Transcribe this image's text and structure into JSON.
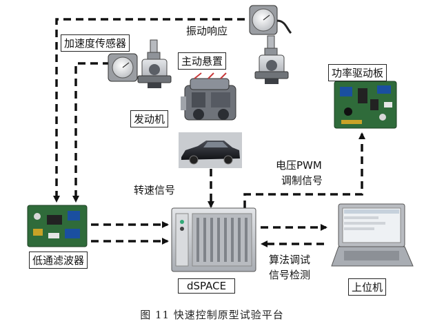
{
  "labels": {
    "vibration_response": "振动响应",
    "accelerometer": "加速度传感器",
    "active_mount": "主动悬置",
    "engine": "发动机",
    "power_driver_board": "功率驱动板",
    "pwm_signal_line1": "电压PWM",
    "pwm_signal_line2": "调制信号",
    "speed_signal": "转速信号",
    "lowpass_filter": "低通滤波器",
    "dspace": "dSPACE",
    "host_pc": "上位机",
    "algorithm_line1": "算法调试",
    "algorithm_line2": "信号检测"
  },
  "caption": "图 11   快速控制原型试验平台",
  "colors": {
    "line": "#111111",
    "pcb_green": "#2f6b3a",
    "sensor_face": "#e8e8e8",
    "car_body": "#1e1e22",
    "dspace_silver": "#c9ccd0",
    "laptop_gray": "#b9bcc1"
  },
  "icons": [
    "accelerometer-icon",
    "active-mount-icon",
    "engine-icon",
    "car-icon",
    "pcb-board-icon",
    "filter-board-icon",
    "dspace-chassis-icon",
    "laptop-icon"
  ]
}
